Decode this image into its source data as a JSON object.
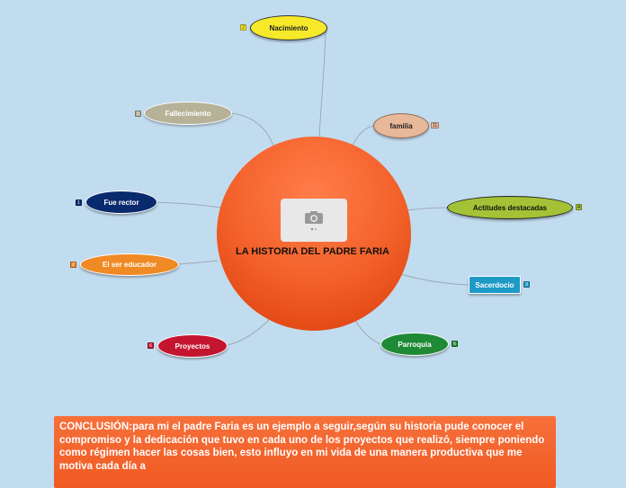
{
  "center": {
    "title": "LA HISTORIA DEL PADRE FARIA",
    "image_icon": "camera-icon"
  },
  "nodes": {
    "nacimiento": {
      "label": "Nacimiento",
      "badge": "2",
      "color": "#f5e92a"
    },
    "fallecimiento": {
      "label": "Fallecimiento",
      "badge": "1",
      "color": "#b5b298"
    },
    "familia": {
      "label": "familia",
      "badge": "11",
      "color": "#e8b89a"
    },
    "actitudes": {
      "label": "Actitudes destacadas",
      "badge": "4",
      "color": "#a4c236"
    },
    "fue_rector": {
      "label": "Fue rector",
      "badge": "1",
      "color": "#0a2a6e"
    },
    "ser_educador": {
      "label": "El ser educador",
      "badge": "2",
      "color": "#f08a24"
    },
    "sacerdocio": {
      "label": "Sacerdocio",
      "badge": "3",
      "color": "#1d9ac6"
    },
    "proyectos": {
      "label": "Proyectos",
      "badge": "6",
      "color": "#c41530"
    },
    "parroquia": {
      "label": "Parroquia",
      "badge": "6",
      "color": "#1f8a36"
    }
  },
  "conclusion": {
    "text": "CONCLUSIÓN:para mi  el padre Faria es un ejemplo a seguir,según su historia pude conocer el compromiso  y la dedicación que tuvo en cada uno de los proyectos que realizó, siempre poniendo como régimen hacer las cosas bien, esto influyo en  mi  vida de una manera productiva que me motiva  cada  día a"
  }
}
